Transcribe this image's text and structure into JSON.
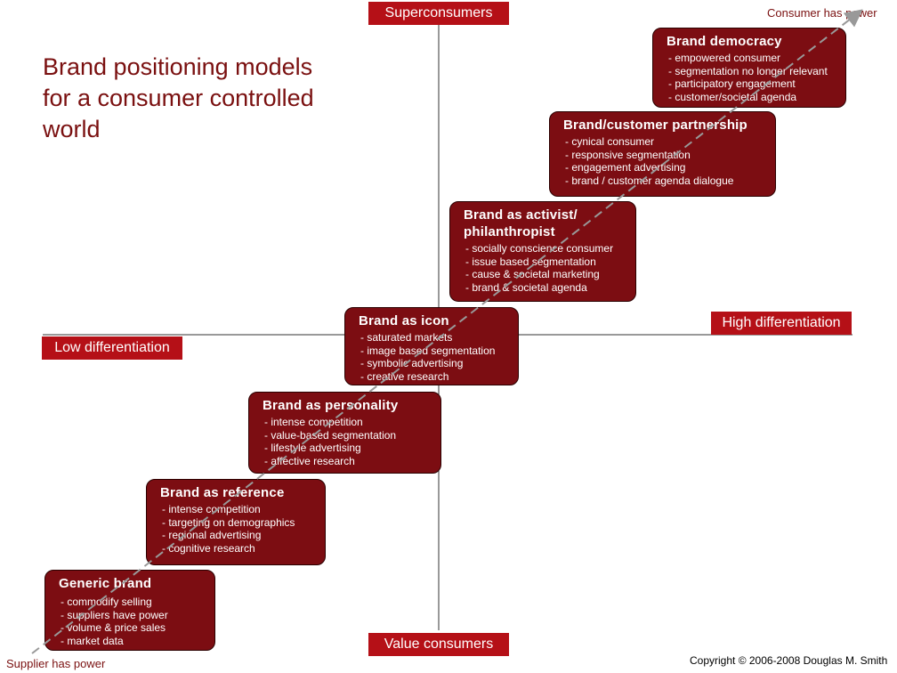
{
  "title": "Brand positioning models for a consumer controlled world",
  "axes": {
    "top": "Superconsumers",
    "bottom": "Value consumers",
    "left": "Low differentiation",
    "right": "High differentiation"
  },
  "corners": {
    "top_right": "Consumer has power",
    "bottom_left": "Supplier has power"
  },
  "colors": {
    "label_fill": "#b51017",
    "box_fill": "#7c0d12",
    "title_text": "#7a1010",
    "axis_line": "#333333",
    "arrow": "#999999"
  },
  "boxes": [
    {
      "title": "Brand democracy",
      "items": [
        "- empowered consumer",
        "- segmentation no longer relevant",
        "- participatory engagement",
        "- customer/societal agenda"
      ]
    },
    {
      "title": "Brand/customer partnership",
      "items": [
        "- cynical consumer",
        "- responsive segmentation",
        "- engagement advertising",
        "- brand / customer agenda dialogue"
      ]
    },
    {
      "title": "Brand as activist/ philanthropist",
      "items": [
        "- socially conscience consumer",
        "- issue based segmentation",
        "- cause & societal marketing",
        "- brand & societal agenda"
      ]
    },
    {
      "title": "Brand as icon",
      "items": [
        "- saturated markets",
        "- image based segmentation",
        "- symbolic advertising",
        "- creative research"
      ]
    },
    {
      "title": "Brand as personality",
      "items": [
        "- intense competition",
        "- value-based segmentation",
        "- lifestyle advertising",
        "- affective research"
      ]
    },
    {
      "title": "Brand as reference",
      "items": [
        "- intense competition",
        "- targeting on demographics",
        "- regional advertising",
        "- cognitive research"
      ]
    },
    {
      "title": "Generic brand",
      "items": [
        "- commodify selling",
        "- suppliers have power",
        "- volume & price sales",
        "- market data"
      ]
    }
  ],
  "copyright": "Copyright © 2006-2008 Douglas M. Smith"
}
